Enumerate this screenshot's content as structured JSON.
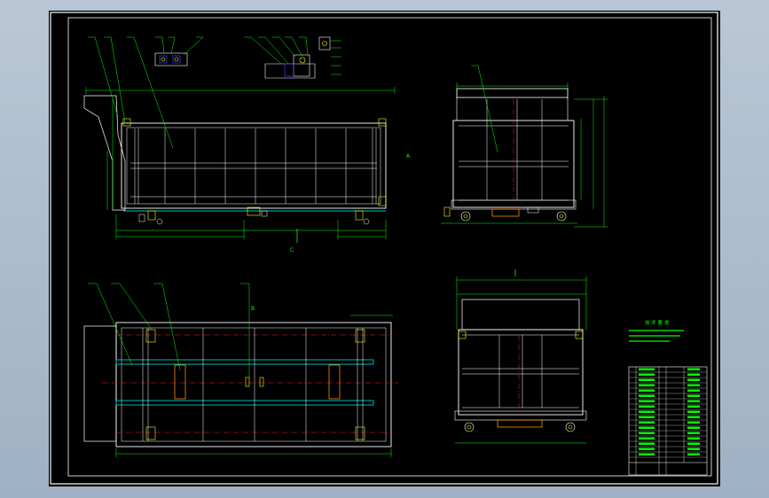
{
  "view_labels": {
    "section_a": "A",
    "section_b": "B",
    "section_c": "C"
  },
  "tech_requirements": {
    "title": "技 术 要 求",
    "lines": [
      "",
      "",
      ""
    ]
  },
  "colors": {
    "background": "#000000",
    "frame": "#ffffff",
    "outline": "#ffffff",
    "leader": "#00ff00",
    "dimension": "#00ff00",
    "centerline": "#ff2020",
    "rail": "#00c8c8",
    "hardware": "#ffff00",
    "pad": "#ff8c00",
    "viewport_surround": "#a9bacb"
  }
}
